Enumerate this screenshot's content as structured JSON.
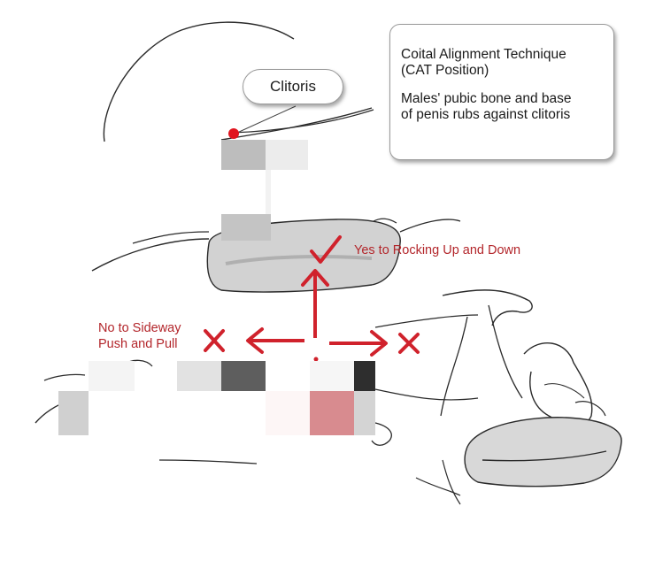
{
  "labels": {
    "clitoris": "Clitoris",
    "info_title_line1": "Coital Alignment Technique",
    "info_title_line2": "(CAT Position)",
    "info_body_line1": "Males' pubic bone and base",
    "info_body_line2": "of penis rubs against clitoris",
    "yes": "Yes to Rocking Up and Down",
    "no_line1": "No to Sideway",
    "no_line2": "Push and Pull"
  },
  "colors": {
    "annotation_red": "#b3262b",
    "marker_red": "#e0141e",
    "pillow_gray": "#d2d2d2",
    "line_ink": "#2a2a2a"
  },
  "icons": {
    "yes_mark": "check-icon",
    "no_mark": "x-icon",
    "arrows": [
      "arrow-up-icon",
      "arrow-left-icon",
      "arrow-right-icon"
    ]
  }
}
